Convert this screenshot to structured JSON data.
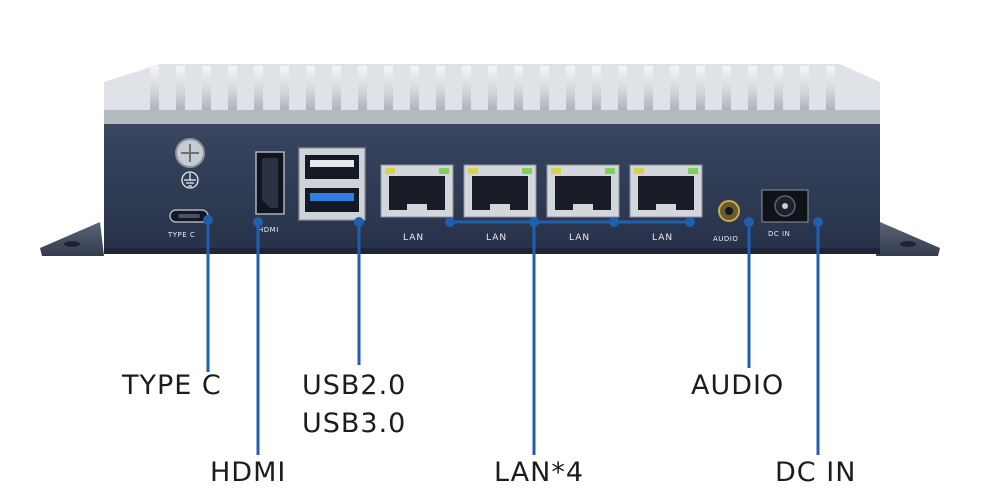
{
  "device": {
    "port_labels": {
      "type_c": "TYPE C",
      "hdmi": "HDMI",
      "lan": [
        "LAN",
        "LAN",
        "LAN",
        "LAN"
      ],
      "audio": "AUDIO",
      "dc_in": "DC IN"
    }
  },
  "callouts": {
    "type_c": "TYPE C",
    "hdmi": "HDMI",
    "usb_line1": "USB2.0",
    "usb_line2": "USB3.0",
    "lan": "LAN*4",
    "audio": "AUDIO",
    "dc_in": "DC IN"
  },
  "colors": {
    "panel": "#2f3a4f",
    "heatsink": "#c9ccd1",
    "leader_line": "#1f5fb0",
    "usb3_blue": "#2f7de0",
    "led_yellow": "#d8d24a",
    "led_green": "#7fd05a"
  },
  "icons": [
    "ground-screw-icon",
    "ground-symbol-icon"
  ]
}
